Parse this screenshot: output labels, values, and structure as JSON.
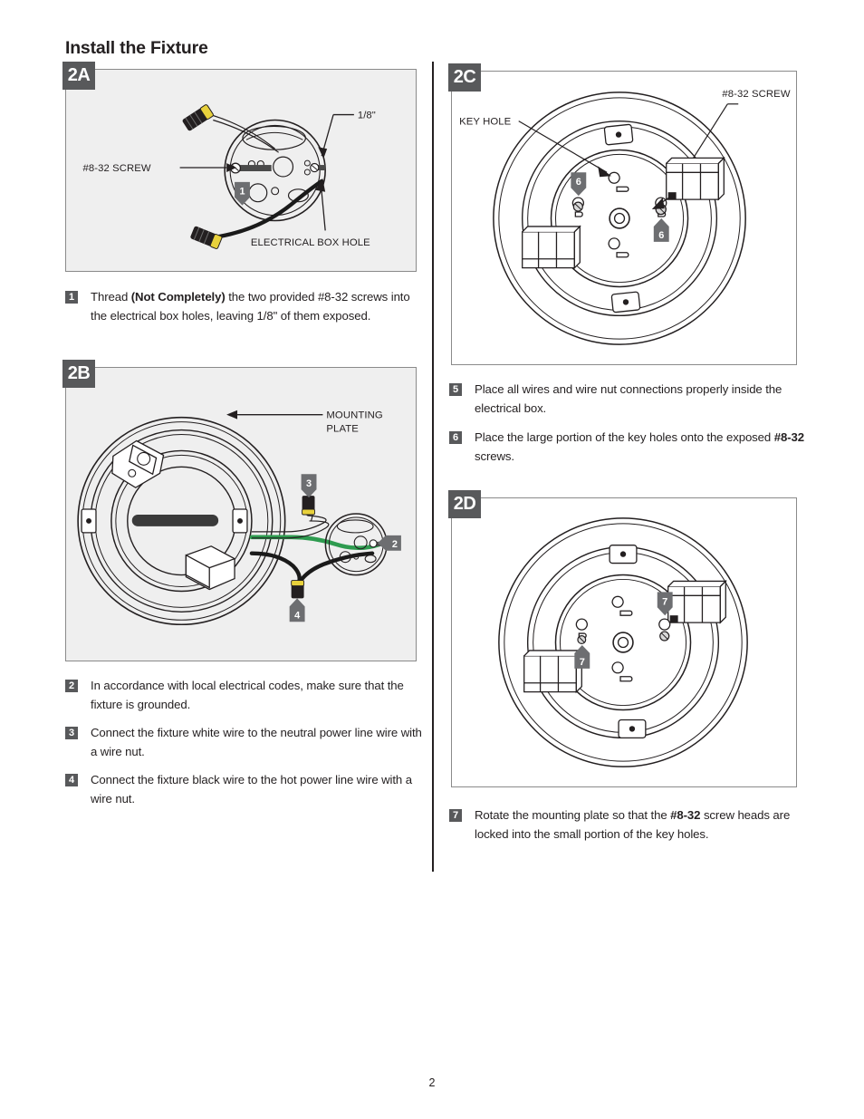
{
  "document": {
    "title": "Install the Fixture",
    "page_number": "2"
  },
  "colors": {
    "badge_gray": "#58595b",
    "panel_gray_fill": "#efefef",
    "panel_border": "#8a8a8a",
    "ink": "#231f20",
    "ground_wire_green": "#2e9b4f",
    "wire_nut_yellow": "#e8d13c",
    "black_wire": "#1a1a1a"
  },
  "panels": {
    "p2a": {
      "badge": "2A",
      "labels": {
        "screw": "#8-32 SCREW",
        "gap": "1/8\"",
        "box_hole": "ELECTRICAL BOX HOLE"
      },
      "callouts": [
        "1"
      ]
    },
    "p2b": {
      "badge": "2B",
      "labels": {
        "mounting_plate_line1": "MOUNTING",
        "mounting_plate_line2": "PLATE"
      },
      "callouts": [
        "3",
        "2",
        "4"
      ]
    },
    "p2c": {
      "badge": "2C",
      "labels": {
        "key_hole": "KEY HOLE",
        "screw": "#8-32 SCREW"
      },
      "callouts": [
        "6",
        "6"
      ]
    },
    "p2d": {
      "badge": "2D",
      "labels": {},
      "callouts": [
        "7",
        "7"
      ]
    }
  },
  "steps": {
    "s1": {
      "number": "1",
      "part_a": "Thread ",
      "bold": "(Not Completely)",
      "part_b": " the two provided #8-32 screws into the electrical box holes, leaving 1/8\" of them exposed."
    },
    "s2": {
      "number": "2",
      "text": "In accordance with local electrical codes, make sure that the fixture is grounded."
    },
    "s3": {
      "number": "3",
      "text": "Connect the fixture white wire to the neutral power line wire with a wire nut."
    },
    "s4": {
      "number": "4",
      "text": "Connect the fixture black wire to the hot power line wire with a wire nut."
    },
    "s5": {
      "number": "5",
      "text": "Place all wires and wire nut connections properly inside the electrical box."
    },
    "s6": {
      "number": "6",
      "part_a": "Place the large portion of the key holes onto the exposed ",
      "bold": "#8-32",
      "part_b": " screws."
    },
    "s7": {
      "number": "7",
      "part_a": "Rotate the mounting plate so that the ",
      "bold": "#8-32",
      "part_b": " screw heads are locked into the small portion of the key holes."
    }
  }
}
